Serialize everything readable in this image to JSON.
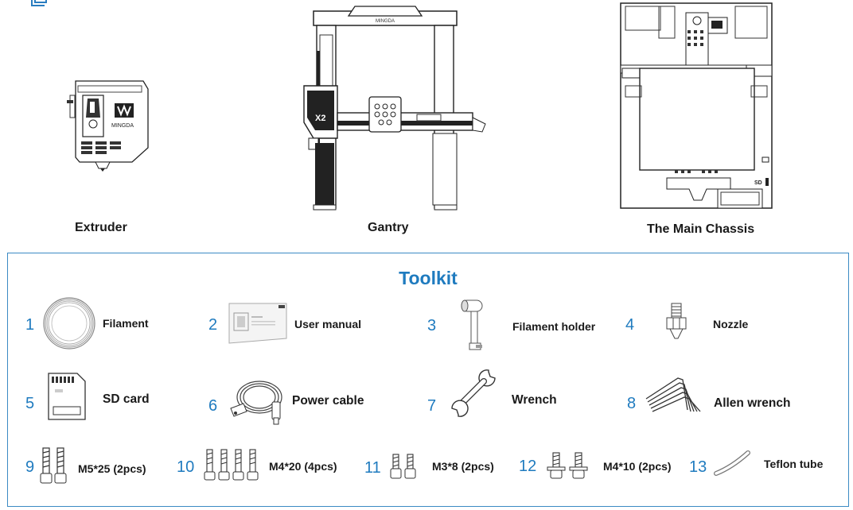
{
  "parts": {
    "extruder": "Extruder",
    "gantry": "Gantry",
    "chassis": "The Main Chassis",
    "brand_text": "MINGDA",
    "gantry_model": "X2",
    "chassis_sd_text": "SD"
  },
  "toolkit": {
    "title": "Toolkit",
    "items": [
      {
        "num": "1",
        "label": "Filament",
        "icon": "filament-coil-icon"
      },
      {
        "num": "2",
        "label": "User manual",
        "icon": "manual-icon"
      },
      {
        "num": "3",
        "label": "Filament holder",
        "icon": "filament-holder-icon"
      },
      {
        "num": "4",
        "label": "Nozzle",
        "icon": "nozzle-icon"
      },
      {
        "num": "5",
        "label": "SD card",
        "icon": "sd-card-icon"
      },
      {
        "num": "6",
        "label": "Power cable",
        "icon": "power-cable-icon"
      },
      {
        "num": "7",
        "label": "Wrench",
        "icon": "wrench-icon"
      },
      {
        "num": "8",
        "label": "Allen wrench",
        "icon": "allen-wrench-icon"
      },
      {
        "num": "9",
        "label": "M5*25  (2pcs)",
        "icon": "m5-screw-icon"
      },
      {
        "num": "10",
        "label": "M4*20  (4pcs)",
        "icon": "m4-20-screw-icon"
      },
      {
        "num": "11",
        "label": "M3*8  (2pcs)",
        "icon": "m3-screw-icon"
      },
      {
        "num": "12",
        "label": "M4*10  (2pcs)",
        "icon": "m4-10-screw-icon"
      },
      {
        "num": "13",
        "label": "Teflon tube",
        "icon": "teflon-tube-icon"
      }
    ]
  }
}
